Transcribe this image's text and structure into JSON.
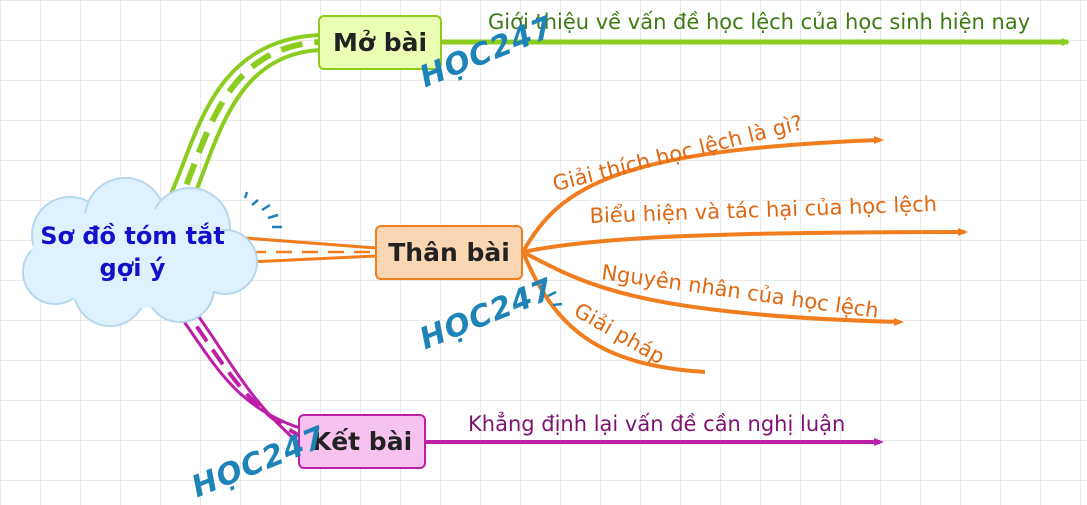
{
  "root": {
    "label_line1": "Sơ đồ tóm tắt",
    "label_line2": "gợi ý",
    "color": "#1111cc",
    "fill": "#dff1ff"
  },
  "branches": [
    {
      "id": "mo-bai",
      "label": "Mở bài",
      "color": "#8ccc1e",
      "items": [
        "Giới thiệu về vấn đề học lệch của học sinh hiện nay"
      ]
    },
    {
      "id": "than-bai",
      "label": "Thân bài",
      "color": "#f07d1e",
      "items": [
        "Giải thích học lệch là gì?",
        "Biểu hiện và tác hại của học lệch",
        "Nguyên nhân của học lệch",
        "Giải pháp"
      ]
    },
    {
      "id": "ket-bai",
      "label": "Kết bài",
      "color": "#bd1fa8",
      "items": [
        "Khẳng định lại vấn đề cần nghị luận"
      ]
    }
  ],
  "watermarks": [
    "HỌC247",
    "HỌC247",
    "HỌC247"
  ]
}
